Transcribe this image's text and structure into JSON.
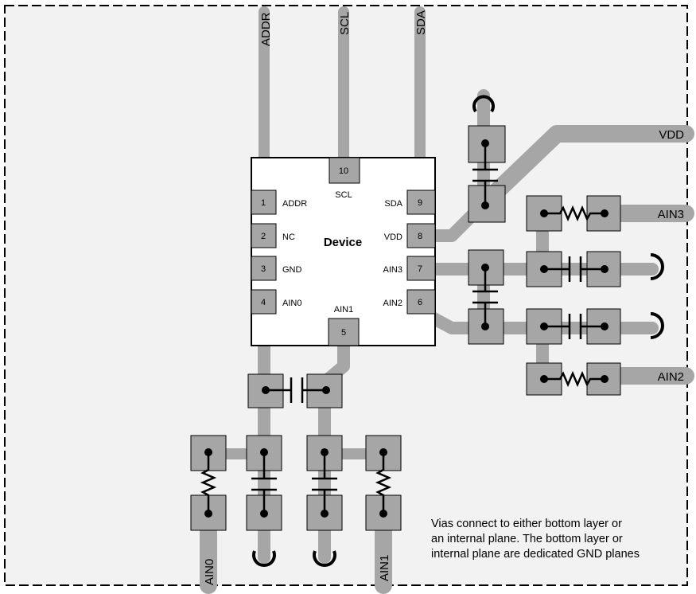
{
  "device": {
    "name": "Device",
    "pins": [
      {
        "num": "1",
        "label": "ADDR"
      },
      {
        "num": "2",
        "label": "NC"
      },
      {
        "num": "3",
        "label": "GND"
      },
      {
        "num": "4",
        "label": "AIN0"
      },
      {
        "num": "5",
        "label": "AIN1"
      },
      {
        "num": "6",
        "label": "AIN2"
      },
      {
        "num": "7",
        "label": "AIN3"
      },
      {
        "num": "8",
        "label": "VDD"
      },
      {
        "num": "9",
        "label": "SDA"
      },
      {
        "num": "10",
        "label": "SCL"
      }
    ]
  },
  "nets": {
    "addr": "ADDR",
    "scl": "SCL",
    "sda": "SDA",
    "vdd": "VDD",
    "ain0": "AIN0",
    "ain1": "AIN1",
    "ain2": "AIN2",
    "ain3": "AIN3"
  },
  "note": {
    "line1": "Vias connect to either bottom layer or",
    "line2": "an internal plane. The bottom layer or",
    "line3": "internal plane are dedicated GND planes"
  },
  "colors": {
    "trace": "#a6a6a6",
    "board_background": "#f2f2f2",
    "board_outline": "#000000"
  }
}
